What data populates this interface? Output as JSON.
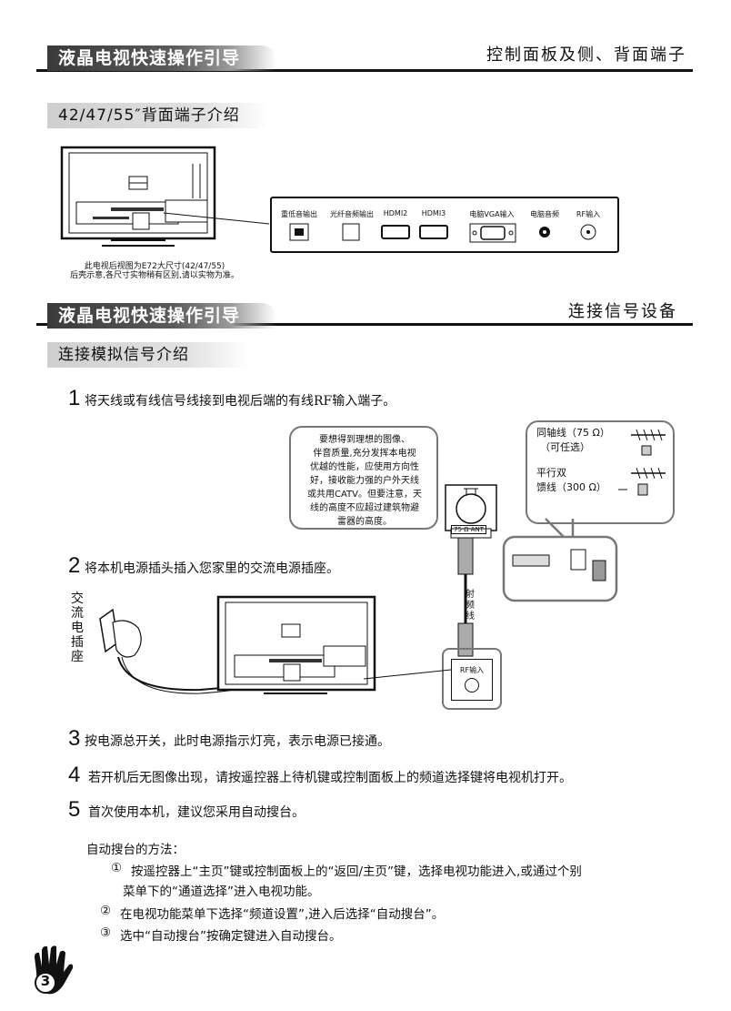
{
  "header1": {
    "title": "液晶电视快速操作引导",
    "right": "控制面板及侧、背面端子"
  },
  "rear_section": {
    "title": "42/47/55″背面端子介绍",
    "caption_line1": "此电视后视图为E72大尺寸(42/47/55)",
    "caption_line2": "后壳示意,各尺寸实物稍有区别,请以实物为准。",
    "ports": [
      "重低音输出",
      "光纤音频输出",
      "HDMI2",
      "HDMI3",
      "电脑VGA输入",
      "电脑音频",
      "RF输入"
    ]
  },
  "header2": {
    "title": "液晶电视快速操作引导",
    "right": "连接信号设备"
  },
  "analog_section": {
    "title": "连接模拟信号介绍"
  },
  "steps": [
    {
      "num": "1",
      "text": "将天线或有线信号线接到电视后端的有线RF输入端子。"
    },
    {
      "num": "2",
      "text": "将本机电源插头插入您家里的交流电源插座。"
    },
    {
      "num": "3",
      "text": "按电源总开关，此时电源指示灯亮，表示电源已接通。"
    },
    {
      "num": "4",
      "text": "若开机后无图像出现，请按遥控器上待机键或控制面板上的频道选择键将电视机打开。"
    },
    {
      "num": "5",
      "text": "首次使用本机，建议您采用自动搜台。"
    }
  ],
  "bubble": {
    "lines": [
      "要想得到理想的图像、",
      "伴音质量,充分发挥本电视",
      "优越的性能，应使用方向性",
      "好，接收能力强的户外天线",
      "或共用CATV。但要注意，天",
      "线的高度不应超过建筑物避",
      "雷器的高度。"
    ]
  },
  "antenna_info": {
    "coax": "同轴线（75 Ω）",
    "optional": "（可任选）",
    "parallel": "平行双",
    "feeder": "馈线（300 Ω）"
  },
  "diagram_labels": {
    "ant_label": "75 Ω ANT",
    "cable": [
      "射",
      "频",
      "线"
    ],
    "rf_input": "RF输入",
    "ac_outlet": [
      "交",
      "流",
      "电",
      "插",
      "座"
    ]
  },
  "method": {
    "title": "自动搜台的方法：",
    "items": [
      {
        "num": "①",
        "line1": "按遥控器上“主页”键或控制面板上的“返回/主页”键，选择电视功能进入,或通过个别",
        "line2": "菜单下的“通道选择”进入电视功能。"
      },
      {
        "num": "②",
        "line1": "在电视功能菜单下选择“频道设置”,进入后选择“自动搜台”。",
        "line2": ""
      },
      {
        "num": "③",
        "line1": "选中“自动搜台”按确定键进入自动搜台。",
        "line2": ""
      }
    ]
  },
  "page_number": "3"
}
